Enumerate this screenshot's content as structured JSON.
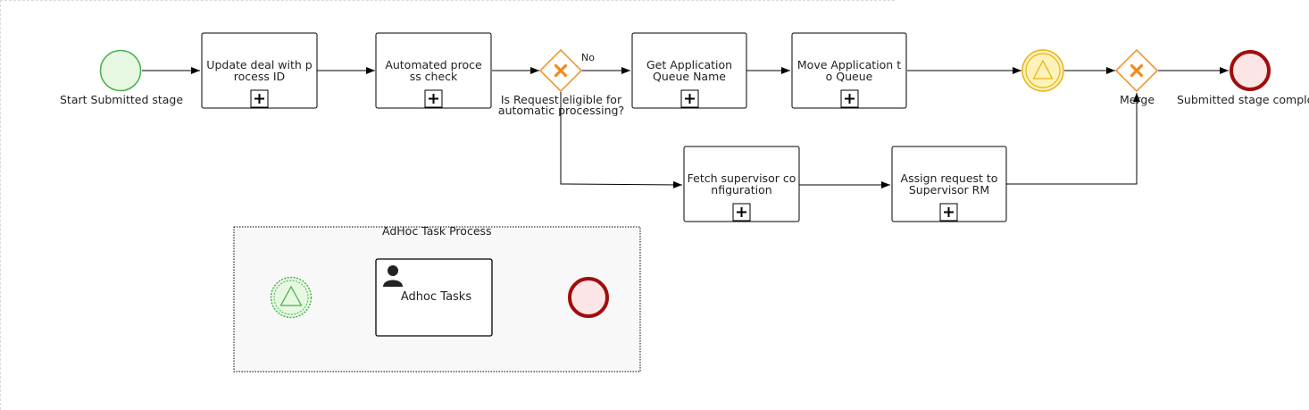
{
  "colors": {
    "start_fill": "#e6f8e2",
    "start_stroke": "#4caf50",
    "end_fill": "#fce5e6",
    "end_stroke": "#a10d0d",
    "gateway_fill": "#ffffff",
    "gateway_stroke": "#f08c1e",
    "signal_fill": "#fff2b8",
    "signal_stroke": "#e7b41a"
  },
  "main_process": {
    "start_event": {
      "label": "Start Submitted stage"
    },
    "tasks": {
      "update_deal": "Update deal with process ID",
      "automated_check": "Automated process check",
      "get_queue_name": "Get Application Queue Name",
      "move_to_queue": "Move Application to Queue",
      "fetch_supervisor": "Fetch supervisor configuration",
      "assign_supervisor": "Assign request to Supervisor RM"
    },
    "gateway_eligible": {
      "label": "Is Request eligible for automatic processing?",
      "no_label": "No"
    },
    "gateway_merge": {
      "label": "Merge"
    },
    "end_event": {
      "label": "Submitted stage comple"
    }
  },
  "adhoc_process": {
    "title": "AdHoc Task Process",
    "task": "Adhoc Tasks"
  }
}
